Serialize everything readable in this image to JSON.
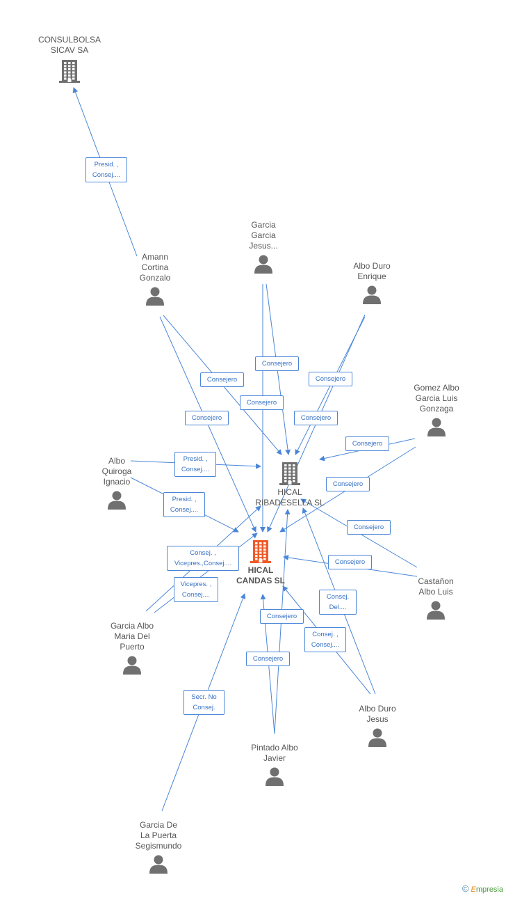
{
  "colors": {
    "edge": "#4a86d8",
    "company": "#707070",
    "main_company": "#f05a28",
    "person": "#707070"
  },
  "nodes": [
    {
      "id": "consulbolsa",
      "type": "company",
      "label": "CONSULBOLSA\nSICAV SA",
      "icon": "building-icon"
    },
    {
      "id": "amann",
      "type": "person",
      "label": "Amann\nCortina\nGonzalo",
      "icon": "person-icon"
    },
    {
      "id": "garcia_jesus",
      "type": "person",
      "label": "Garcia\nGarcia\nJesus...",
      "icon": "person-icon"
    },
    {
      "id": "albo_duro_enrique",
      "type": "person",
      "label": "Albo Duro\nEnrique",
      "icon": "person-icon"
    },
    {
      "id": "gomez_albo",
      "type": "person",
      "label": "Gomez Albo\nGarcia Luis\nGonzaga",
      "icon": "person-icon"
    },
    {
      "id": "albo_quiroga",
      "type": "person",
      "label": "Albo\nQuiroga\nIgnacio",
      "icon": "person-icon"
    },
    {
      "id": "ribadesella",
      "type": "company",
      "label": "HICAL\nRIBADESELLA SL",
      "icon": "building-icon"
    },
    {
      "id": "candas",
      "type": "main",
      "label": "HICAL\nCANDAS SL",
      "icon": "building-icon"
    },
    {
      "id": "castanon",
      "type": "person",
      "label": "Castañon\nAlbo Luis",
      "icon": "person-icon"
    },
    {
      "id": "garcia_albo_maria",
      "type": "person",
      "label": "Garcia Albo\nMaria Del\nPuerto",
      "icon": "person-icon"
    },
    {
      "id": "albo_duro_jesus",
      "type": "person",
      "label": "Albo Duro\nJesus",
      "icon": "person-icon"
    },
    {
      "id": "pintado",
      "type": "person",
      "label": "Pintado Albo\nJavier",
      "icon": "person-icon"
    },
    {
      "id": "garcia_puerta",
      "type": "person",
      "label": "Garcia De\nLa Puerta\nSegismundo",
      "icon": "person-icon"
    }
  ],
  "edge_labels": [
    {
      "id": "e1",
      "text": "Presid. ,\nConsej...."
    },
    {
      "id": "e2",
      "text": "Consejero"
    },
    {
      "id": "e3",
      "text": "Consejero"
    },
    {
      "id": "e4",
      "text": "Consejero"
    },
    {
      "id": "e5",
      "text": "Consejero"
    },
    {
      "id": "e6",
      "text": "Consejero"
    },
    {
      "id": "e7",
      "text": "Consejero"
    },
    {
      "id": "e8",
      "text": "Consejero"
    },
    {
      "id": "e9",
      "text": "Presid. ,\nConsej...."
    },
    {
      "id": "e10",
      "text": "Consejero"
    },
    {
      "id": "e11",
      "text": "Presid. ,\nConsej...."
    },
    {
      "id": "e12",
      "text": "Consejero"
    },
    {
      "id": "e13",
      "text": "Consej. ,\nVicepres.,Consej...."
    },
    {
      "id": "e14",
      "text": "Consejero"
    },
    {
      "id": "e15",
      "text": "Vicepres. ,\nConsej...."
    },
    {
      "id": "e16",
      "text": "Consej.\nDel...."
    },
    {
      "id": "e17",
      "text": "Consejero"
    },
    {
      "id": "e18",
      "text": "Consej. ,\nConsej...."
    },
    {
      "id": "e19",
      "text": "Consejero"
    },
    {
      "id": "e20",
      "text": "Secr.  No\nConsej."
    }
  ],
  "footer": {
    "copyright": "©",
    "brand_initial": "E",
    "brand_rest": "mpresia"
  }
}
